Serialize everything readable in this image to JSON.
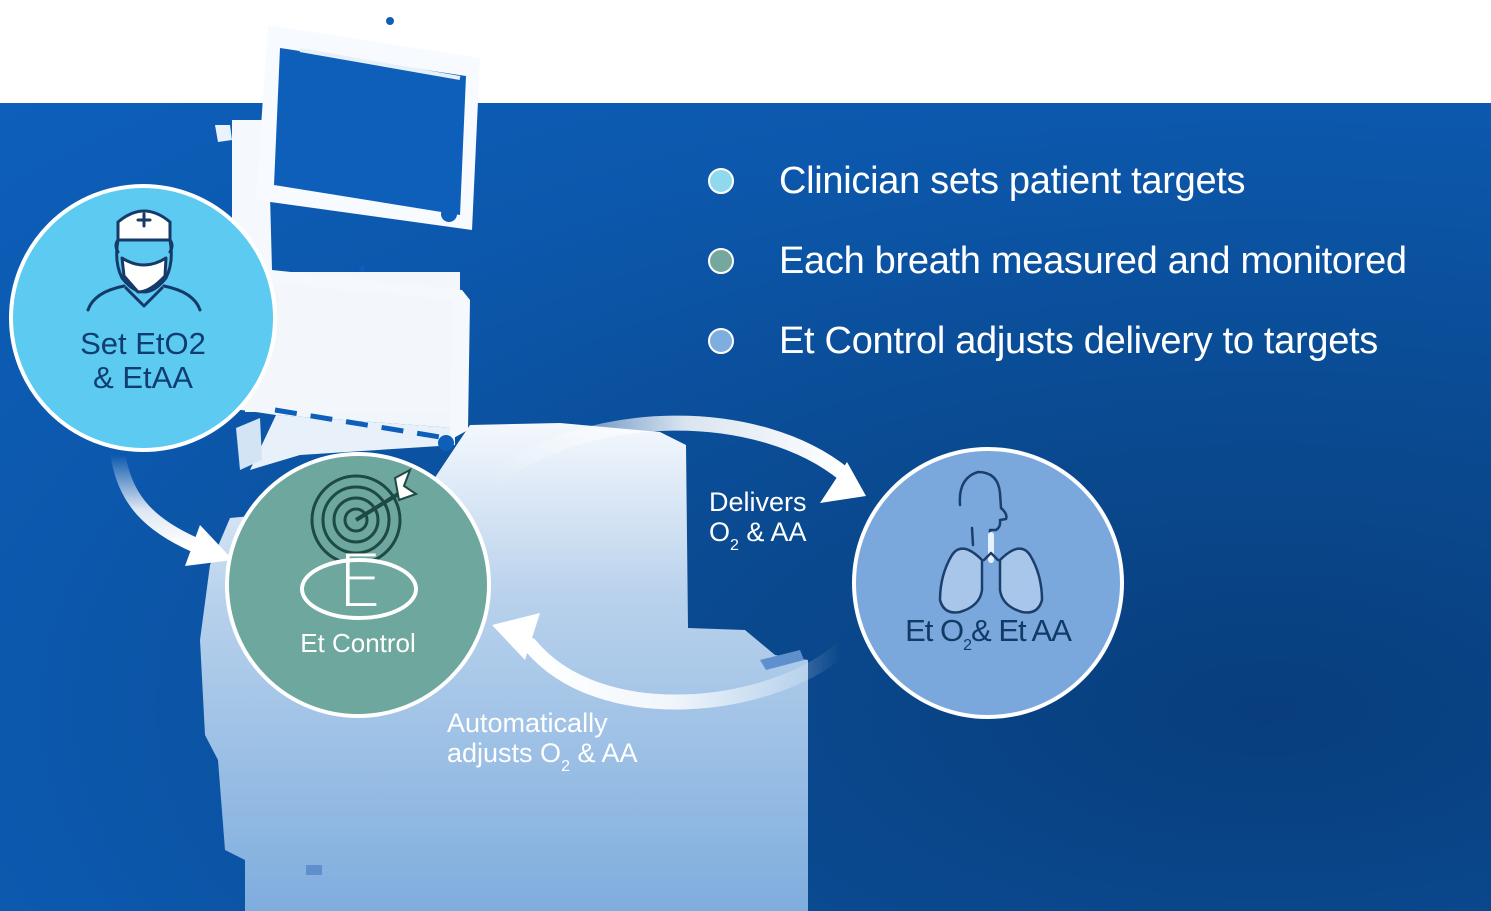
{
  "legend": [
    {
      "label": "Clinician sets patient targets",
      "color": "#8fd9ef"
    },
    {
      "label": "Each breath measured and monitored",
      "color": "#74a89f"
    },
    {
      "label": "Et Control adjusts delivery to targets",
      "color": "#7eaee0"
    }
  ],
  "nodes": {
    "clinician": {
      "line1": "Set EtO2",
      "line2": "& EtAA",
      "color": "#5ccaf1",
      "icon": "clinician-icon"
    },
    "et_control": {
      "label": "Et Control",
      "letter": "E",
      "color": "#6ea79d",
      "icon": "target-icon"
    },
    "patient": {
      "et": "Et",
      "o": "O",
      "sub": "2",
      "rest": "& Et AA",
      "color": "#7aa8dc",
      "icon": "lungs-icon"
    }
  },
  "flows": {
    "delivers": {
      "line1": "Delivers",
      "o": "O",
      "sub": "2",
      "rest": " & AA"
    },
    "adjusts": {
      "line1": "Automatically",
      "prefix": "adjusts O",
      "sub": "2",
      "rest": " & AA"
    }
  },
  "colors": {
    "background": "#0c56aa",
    "machine": "#ffffff"
  }
}
